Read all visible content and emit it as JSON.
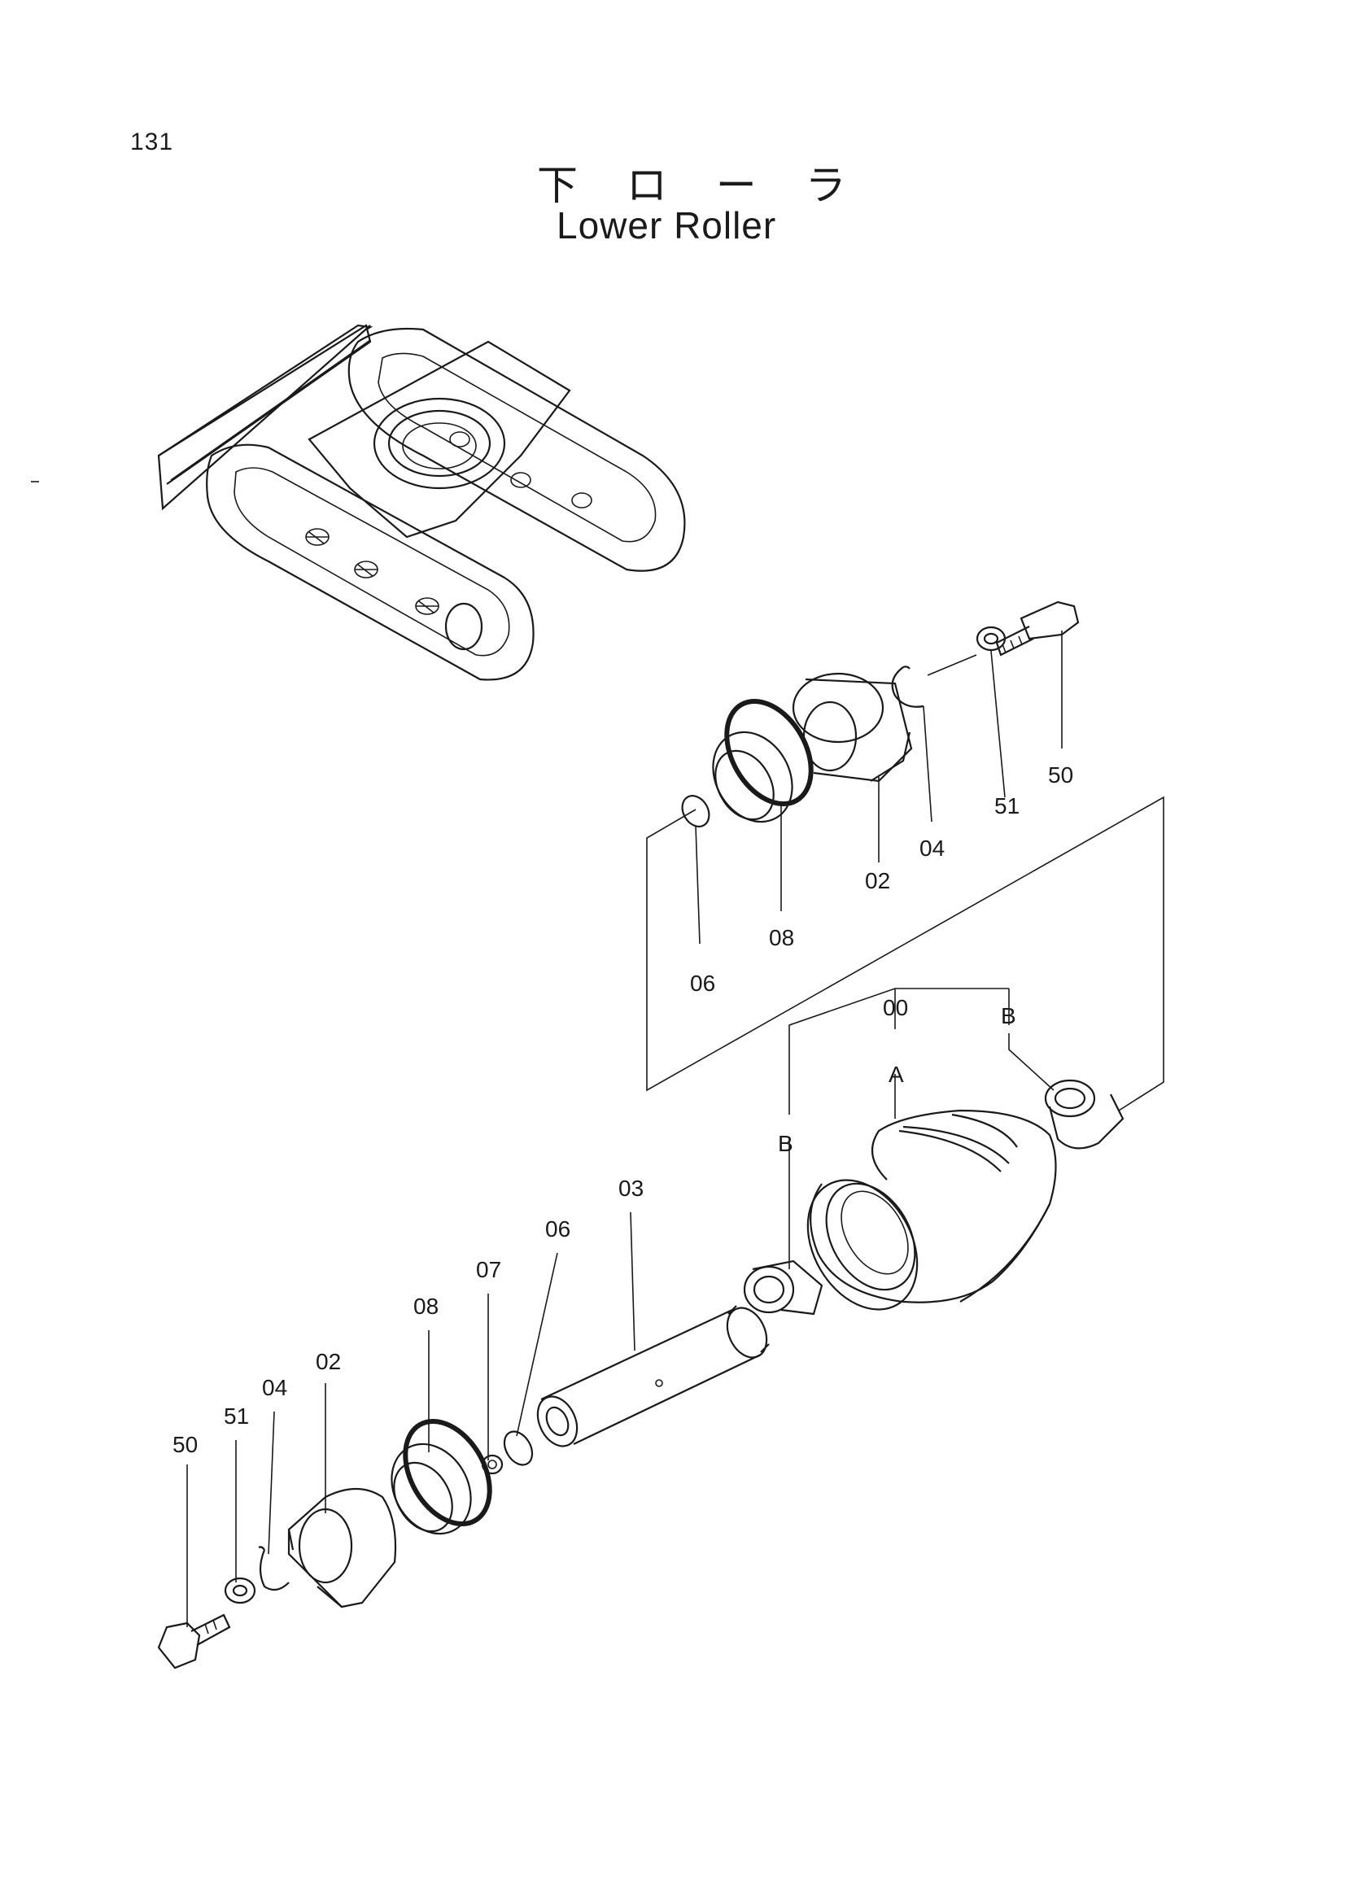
{
  "page_number": "131",
  "title_jp": "下 ロ ー ラ",
  "title_en": "Lower Roller",
  "labels": {
    "p50_upper": "50",
    "p51_upper": "51",
    "p04_upper": "04",
    "p02_upper": "02",
    "p08_upper": "08",
    "p06_upper": "06",
    "p00": "00",
    "pA": "A",
    "pB_right": "B",
    "pB_left": "B",
    "p03": "03",
    "p06_lower": "06",
    "p07": "07",
    "p08_lower": "08",
    "p02_lower": "02",
    "p04_lower": "04",
    "p51_lower": "51",
    "p50_lower": "50"
  }
}
